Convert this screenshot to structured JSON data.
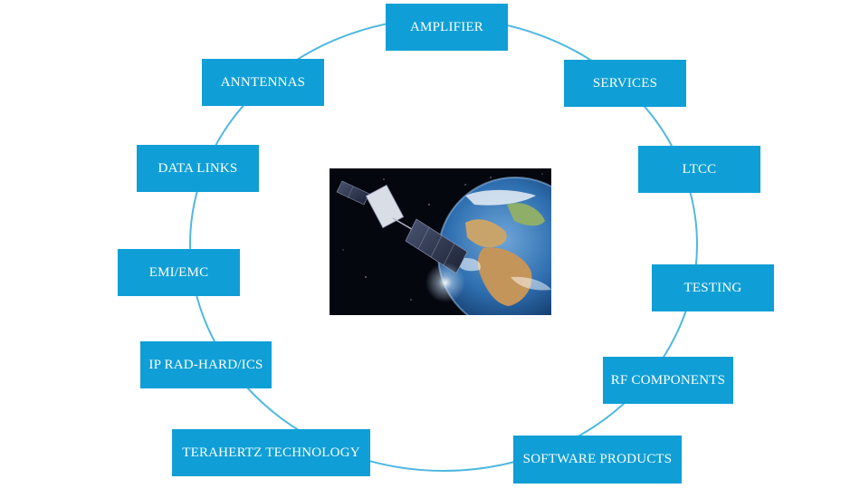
{
  "diagram": {
    "ring_color": "#4fb8e0",
    "box_color": "#0f9fd6",
    "box_text_color": "#ffffff",
    "nodes": [
      {
        "id": "amplifier",
        "label": "AMPLIFIER"
      },
      {
        "id": "services",
        "label": "SERVICES"
      },
      {
        "id": "ltcc",
        "label": "LTCC"
      },
      {
        "id": "testing",
        "label": "TESTING"
      },
      {
        "id": "rf-components",
        "label": "RF COMPONENTS"
      },
      {
        "id": "software-products",
        "label": "SOFTWARE PRODUCTS"
      },
      {
        "id": "terahertz-technology",
        "label": "TERAHERTZ TECHNOLOGY"
      },
      {
        "id": "ip-rad-hard-ics",
        "label": "IP RAD-HARD/ICS"
      },
      {
        "id": "emi-emc",
        "label": "EMI/EMC"
      },
      {
        "id": "data-links",
        "label": "DATA LINKS"
      },
      {
        "id": "anntennas",
        "label": "ANNTENNAS"
      }
    ],
    "center_image": {
      "subject": "satellite-orbiting-earth"
    }
  }
}
